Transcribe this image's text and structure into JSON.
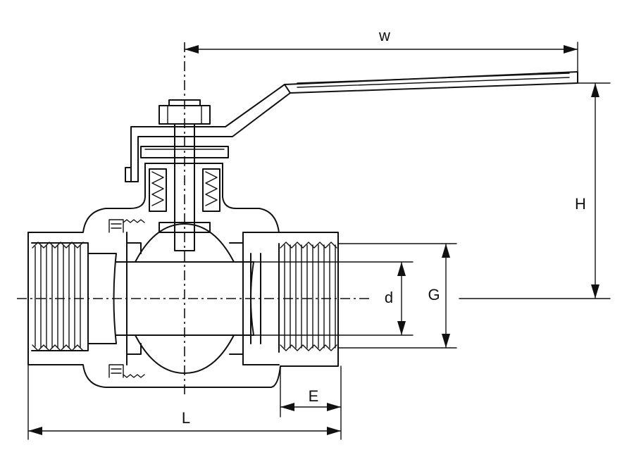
{
  "labels": {
    "w": "w",
    "H": "H",
    "d": "d",
    "G": "G",
    "E": "E",
    "L": "L"
  }
}
